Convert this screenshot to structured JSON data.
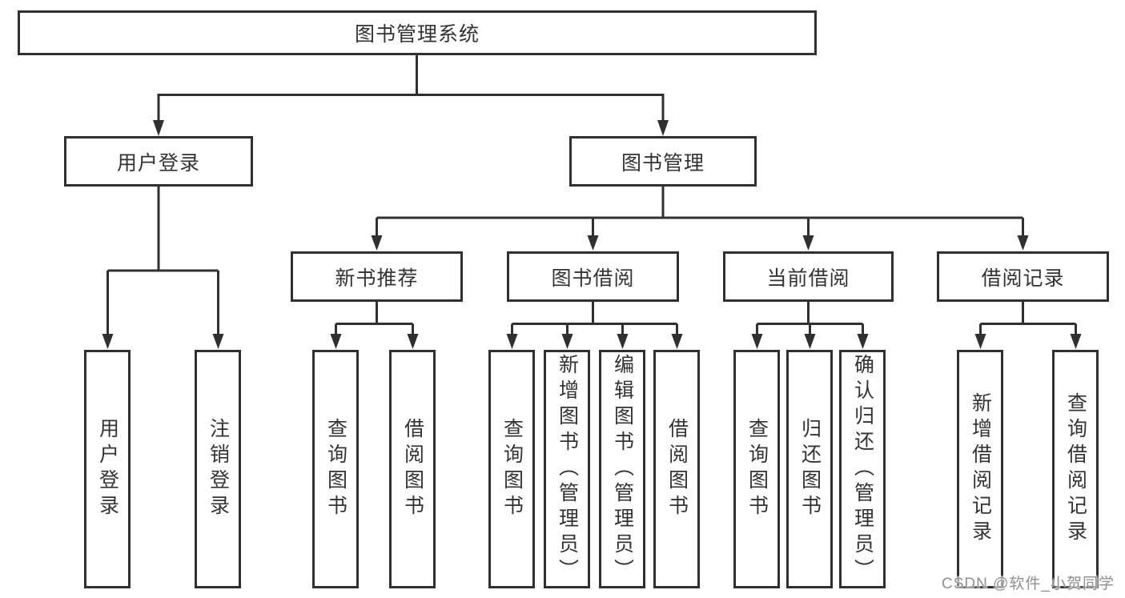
{
  "diagram": {
    "root": "图书管理系统",
    "branches": {
      "login": {
        "label": "用户登录",
        "children": [
          "用户登录",
          "注销登录"
        ]
      },
      "management": {
        "label": "图书管理",
        "sections": [
          {
            "label": "新书推荐",
            "children": [
              "查询图书",
              "借阅图书"
            ]
          },
          {
            "label": "图书借阅",
            "children": [
              "查询图书",
              "新增图书（管理员）",
              "编辑图书（管理员）",
              "借阅图书"
            ]
          },
          {
            "label": "当前借阅",
            "children": [
              "查询图书",
              "归还图书",
              "确认归还（管理员）"
            ]
          },
          {
            "label": "借阅记录",
            "children": [
              "新增借阅记录",
              "查询借阅记录"
            ]
          }
        ]
      }
    }
  },
  "watermark": {
    "text": "CSDN @软件_小贺同学",
    "color": "#8f8f8f"
  },
  "colors": {
    "line": "#303030",
    "text": "#333333",
    "background": "#ffffff"
  }
}
